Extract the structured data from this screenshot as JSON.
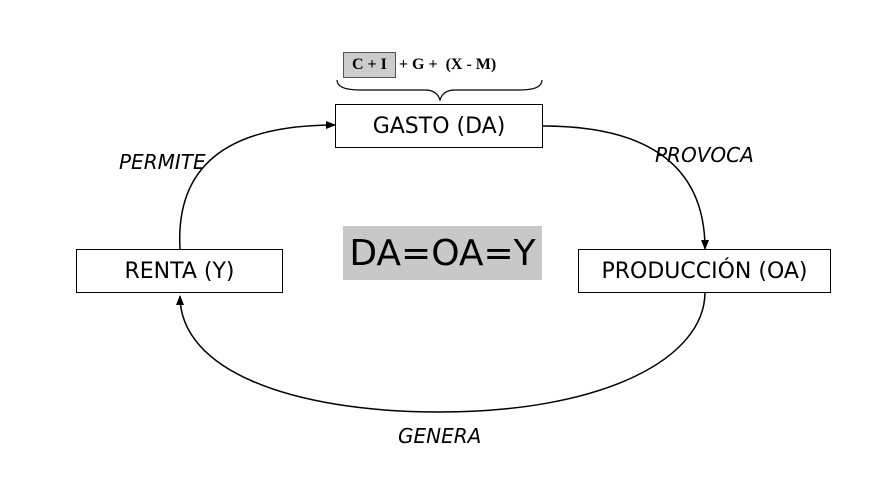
{
  "formula": {
    "highlighted": "C + I",
    "rest": "+ G +  (X - M)"
  },
  "nodes": {
    "gasto": "GASTO (DA)",
    "renta": "RENTA (Y)",
    "produccion": "PRODUCCIÓN (OA)"
  },
  "edges": {
    "permite": "PERMITE",
    "provoca": "PROVOCA",
    "genera": "GENERA"
  },
  "identity": "DA=OA=Y"
}
